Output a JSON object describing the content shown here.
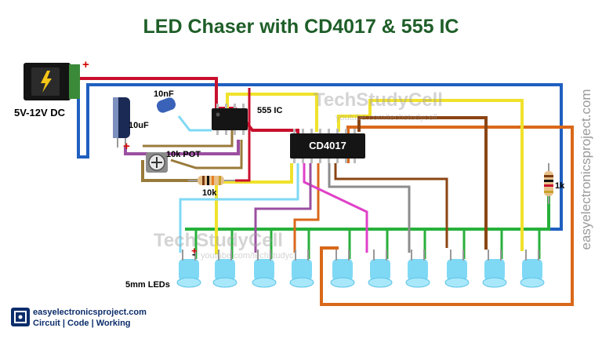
{
  "title": "LED Chaser with CD4017 & 555 IC",
  "labels": {
    "dc_jack": "5V-12V DC",
    "ceramic_cap": "10nF",
    "electrolytic_cap": "10uF",
    "timer_ic": "555 IC",
    "counter_ic": "CD4017",
    "pot": "10k POT",
    "resistor_10k": "10k",
    "resistor_1k": "1k",
    "leds": "5mm LEDs",
    "plus": "+",
    "minus": "-"
  },
  "watermark": {
    "brand": "TechStudyCell",
    "url": "youtube.com/techstudycell",
    "url_short": "youtube.com/techstudyc"
  },
  "side_text": "easyelectronicsproject.com",
  "branding": {
    "site": "easyelectronicsproject.com",
    "tagline": "Circuit | Code | Working"
  },
  "colors": {
    "title": "#1e5e28",
    "wire_blue": "#1f5fc0",
    "wire_red": "#c8102e",
    "wire_yellow": "#f0e22c",
    "wire_green": "#27b03a",
    "wire_orange": "#d9681a",
    "wire_brown": "#8b4513",
    "wire_purple": "#9b4fa0",
    "wire_magenta": "#e040c8",
    "wire_gray": "#8c8c8c",
    "wire_olive": "#9a7a3a",
    "led_body": "#7fd9f5"
  },
  "led_count": 10
}
